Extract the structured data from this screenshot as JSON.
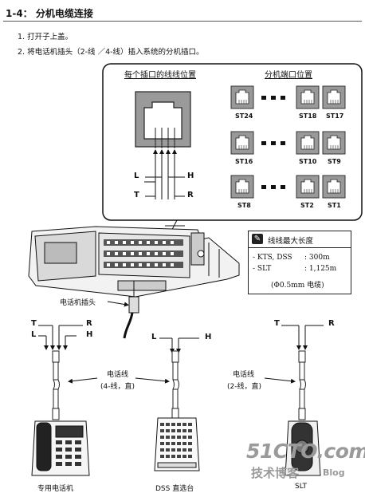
{
  "header": {
    "title": "1-4： 分机电缆连接"
  },
  "steps": [
    "1.  打开子上盖。",
    "2.  将电话机插头（2-线 ／4-线）插入系统的分机插口。"
  ],
  "panel": {
    "left_title": "每个插口的线线位置",
    "right_title": "分机端口位置",
    "wire_labels": {
      "L": "L",
      "H": "H",
      "T": "T",
      "R": "R"
    },
    "ports": [
      [
        "ST24",
        "ST18",
        "ST17"
      ],
      [
        "ST16",
        "ST10",
        "ST9"
      ],
      [
        "ST8",
        "ST2",
        "ST1"
      ]
    ]
  },
  "legend": {
    "title": "线线最大长度",
    "pen_icon": "✎",
    "row1_label": "- KTS, DSS",
    "row1_value": ": 300m",
    "row2_label": "- SLT",
    "row2_value": ": 1,125m",
    "note": "(Φ0.5mm 电缆)"
  },
  "labels": {
    "plug": "电话机插头",
    "cable_4wire_1": "电话线",
    "cable_4wire_2": "(4-线，直)",
    "cable_2wire_1": "电话线",
    "cable_2wire_2": "(2-线，直)",
    "left_T": "T",
    "left_R": "R",
    "left_L": "L",
    "left_H": "H",
    "mid_L": "L",
    "mid_H": "H",
    "right_T": "T",
    "right_R": "R"
  },
  "devices": {
    "left": "专用电话机",
    "middle": "DSS 直选台",
    "right": "SLT"
  },
  "watermark": {
    "line1": "51CTO.com",
    "line2": "技术博客",
    "line3": "Blog"
  }
}
